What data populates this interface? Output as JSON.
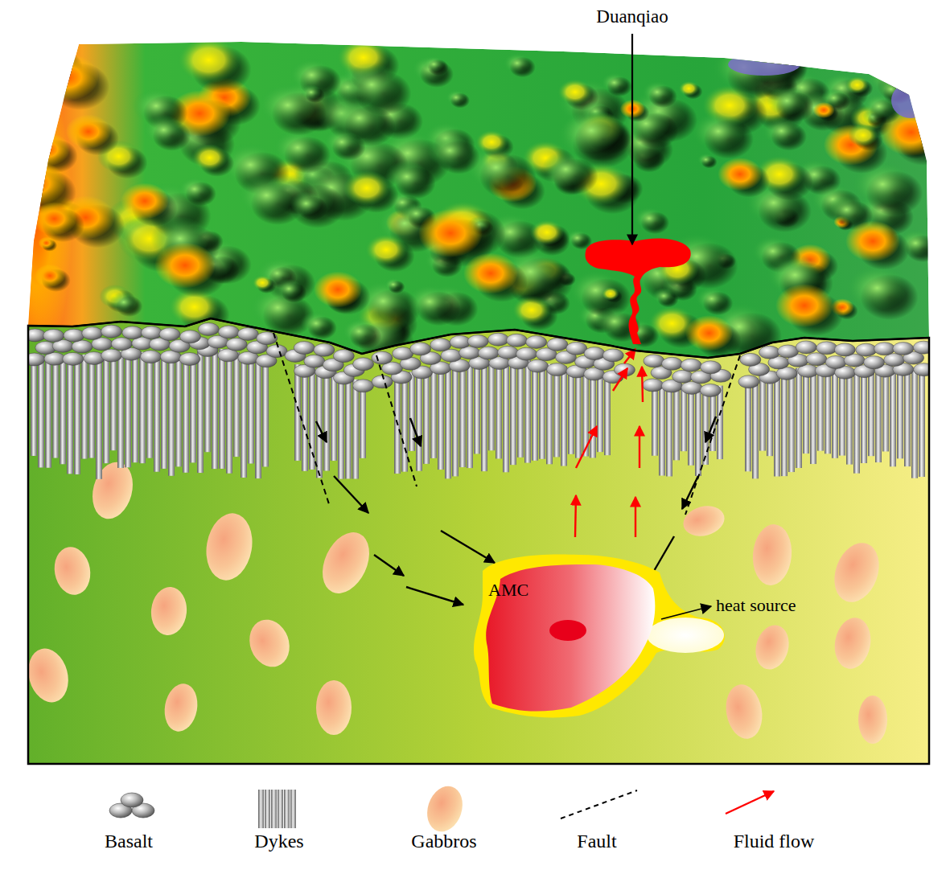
{
  "diagram": {
    "nodes": [
      {
        "text": [
          "AMC"
        ]
      }
    ],
    "labels": [
      "Duanqiao",
      "heat source"
    ],
    "legend": [
      {
        "text": "Basalt"
      },
      {
        "text": "Dykes"
      },
      {
        "text": "Gabbros"
      },
      {
        "text": "Fault"
      },
      {
        "text": "Fluid flow"
      }
    ]
  }
}
